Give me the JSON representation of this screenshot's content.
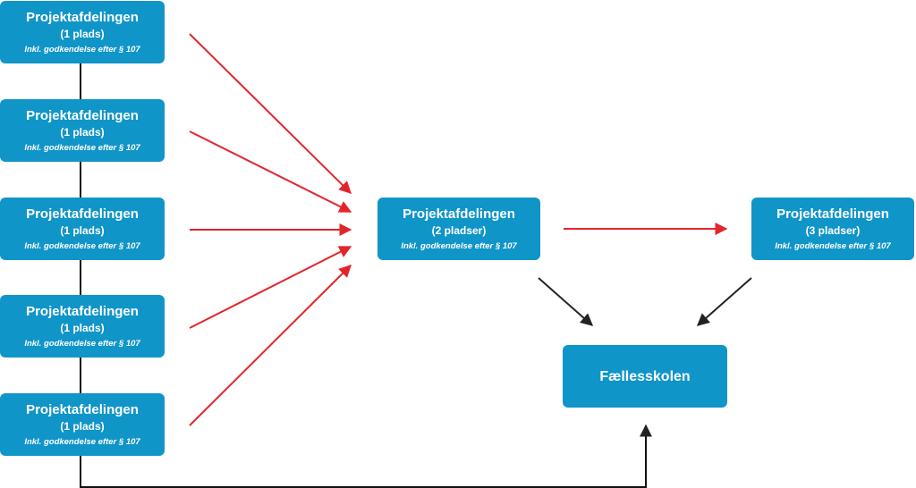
{
  "colors": {
    "box": "#1095c8",
    "flow_arrow": "#e3252b",
    "dep_arrow": "#222222"
  },
  "left_boxes": [
    {
      "title": "Projektafdelingen",
      "capacity": "(1 plads)",
      "note": "Inkl. godkendelse efter § 107"
    },
    {
      "title": "Projektafdelingen",
      "capacity": "(1 plads)",
      "note": "Inkl. godkendelse efter § 107"
    },
    {
      "title": "Projektafdelingen",
      "capacity": "(1 plads)",
      "note": "Inkl. godkendelse efter § 107"
    },
    {
      "title": "Projektafdelingen",
      "capacity": "(1 plads)",
      "note": "Inkl. godkendelse efter § 107"
    },
    {
      "title": "Projektafdelingen",
      "capacity": "(1 plads)",
      "note": "Inkl. godkendelse efter § 107"
    }
  ],
  "middle_box": {
    "title": "Projektafdelingen",
    "capacity": "(2 pladser)",
    "note": "Inkl. godkendelse efter § 107"
  },
  "right_box": {
    "title": "Projektafdelingen",
    "capacity": "(3 pladser)",
    "note": "Inkl. godkendelse efter § 107"
  },
  "school_box": {
    "title": "Fællesskolen"
  }
}
